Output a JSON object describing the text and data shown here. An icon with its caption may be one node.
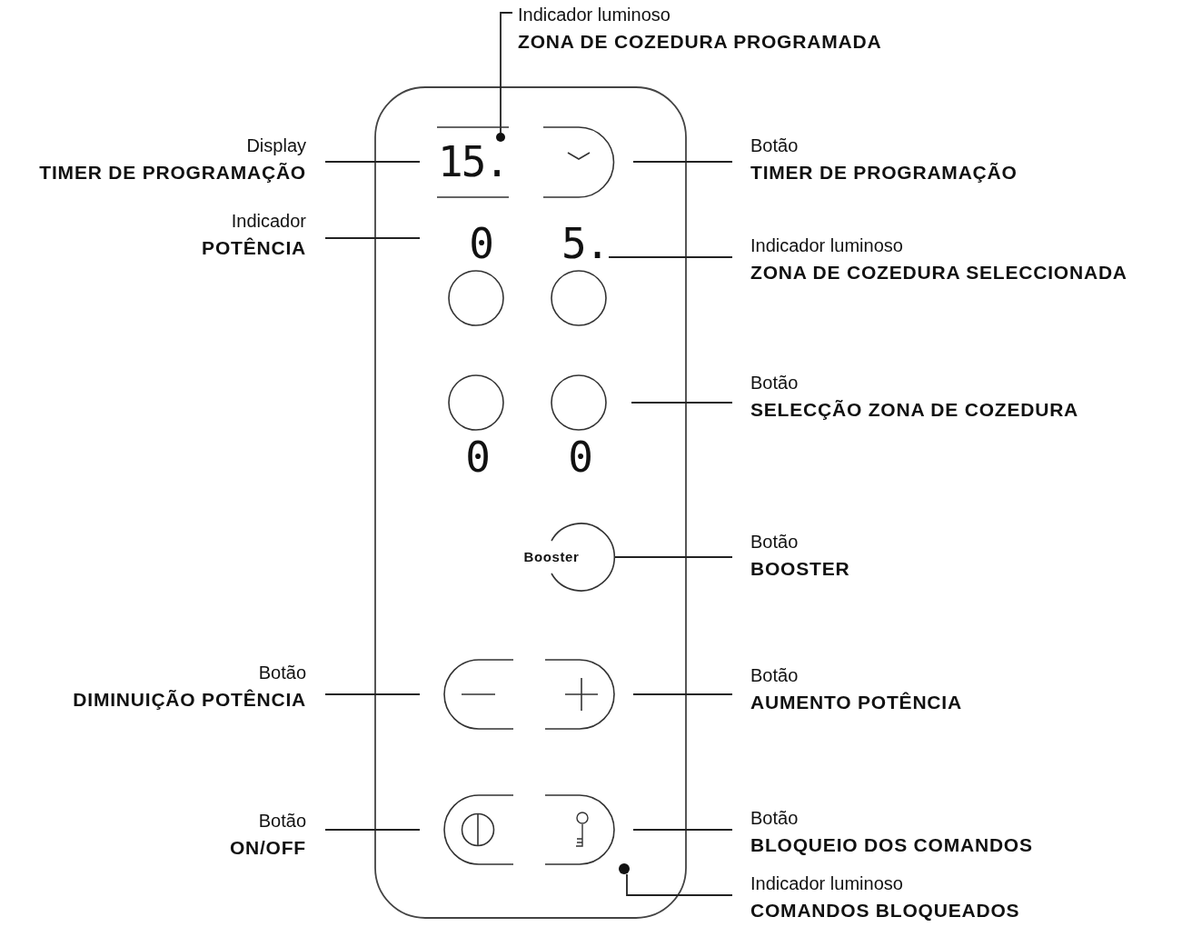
{
  "diagram": {
    "nodes": [
      {
        "text": [
          "Indicador luminoso",
          "ZONA DE COZEDURA PROGRAMADA"
        ]
      },
      {
        "text": [],
        "shape": "circle",
        "in": 3
      },
      {
        "text": [
          "Display",
          "TIMER DE PROGRAMAÇÃO"
        ]
      },
      {
        "text": [
          "15."
        ]
      },
      {
        "text": [
          "Botão",
          "TIMER DE PROGRAMAÇÃO"
        ]
      },
      {
        "text": [],
        "shape": "button"
      },
      {
        "text": [
          "Indicador",
          "POTÊNCIA"
        ]
      },
      {
        "text": [
          "0"
        ]
      },
      {
        "text": [
          "5."
        ]
      },
      {
        "text": [
          "Indicador luminoso",
          "ZONA DE COZEDURA SELECCIONADA"
        ]
      },
      {
        "text": [],
        "shape": "circle"
      },
      {
        "text": [],
        "shape": "circle"
      },
      {
        "text": [],
        "shape": "circle"
      },
      {
        "text": [],
        "shape": "circle"
      },
      {
        "text": [
          "Botão",
          "SELECÇÃO ZONA DE COZEDURA"
        ]
      },
      {
        "text": [
          "Booster"
        ]
      },
      {
        "text": [
          "Botão",
          "BOOSTER"
        ]
      },
      {
        "text": [
          "Botão",
          "DIMINUIÇÃO POTÊNCIA"
        ]
      },
      {
        "text": [],
        "shape": "button"
      },
      {
        "text": [],
        "shape": "button"
      },
      {
        "text": [
          "Botão",
          "AUMENTO POTÊNCIA"
        ]
      },
      {
        "text": [
          "Botão",
          "ON/OFF"
        ]
      },
      {
        "text": [],
        "shape": "button"
      },
      {
        "text": [],
        "shape": "button"
      },
      {
        "text": [
          "Botão",
          "BLOQUEIO DOS COMANDOS"
        ]
      },
      {
        "text": [],
        "shape": "circle"
      },
      {
        "text": [
          "Indicador luminoso",
          "COMANDOS BLOQUEADOS"
        ]
      }
    ],
    "edges": [
      {
        "from": 0,
        "to": 1,
        "arrow": "none"
      },
      {
        "from": 2,
        "to": 3,
        "arrow": "none"
      },
      {
        "from": 4,
        "to": 5,
        "arrow": "none"
      },
      {
        "from": 6,
        "to": 7,
        "arrow": "none"
      },
      {
        "from": 9,
        "to": 8,
        "arrow": "none"
      },
      {
        "from": 14,
        "to": 13,
        "arrow": "none"
      },
      {
        "from": 16,
        "to": 15,
        "arrow": "none"
      },
      {
        "from": 17,
        "to": 18,
        "arrow": "none"
      },
      {
        "from": 20,
        "to": 19,
        "arrow": "none"
      },
      {
        "from": 21,
        "to": 22,
        "arrow": "none"
      },
      {
        "from": 24,
        "to": 23,
        "arrow": "none"
      },
      {
        "from": 26,
        "to": 25,
        "arrow": "none"
      }
    ],
    "labels": [
      "0",
      "0"
    ]
  }
}
